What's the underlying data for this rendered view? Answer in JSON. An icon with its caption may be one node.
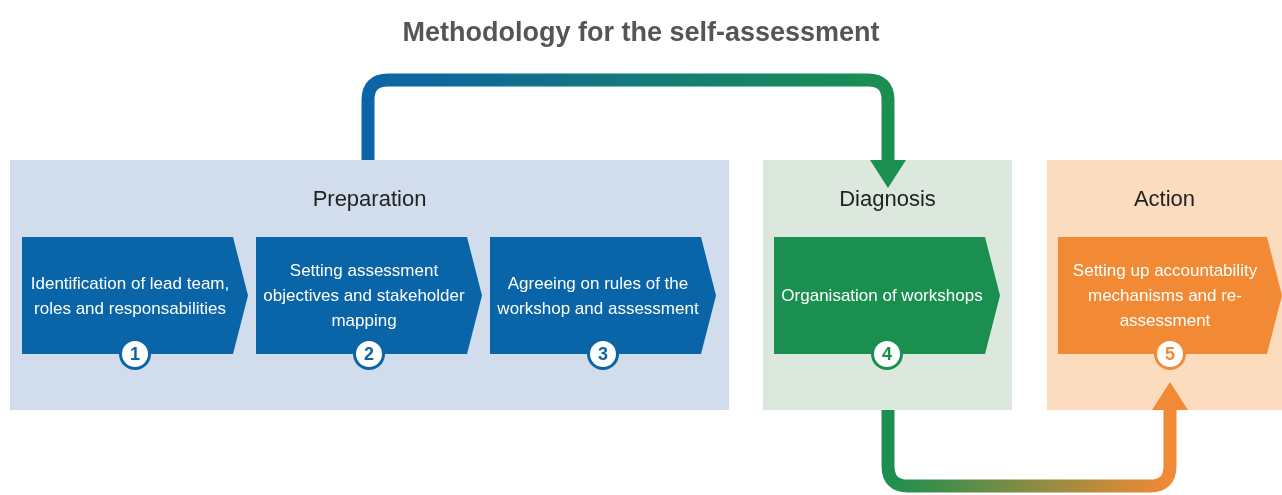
{
  "diagram": {
    "title": "Methodology for the self-assessment",
    "nodes": [
      {
        "text": [
          "Preparation"
        ]
      },
      {
        "text": [
          "Identification of lead team, roles and responsabilities",
          "1"
        ],
        "in": 0
      },
      {
        "text": [
          "Setting assessment objectives and stakeholder mapping",
          "2"
        ],
        "in": 0
      },
      {
        "text": [
          "Agreeing on rules of the workshop and assessment",
          "3"
        ],
        "in": 0
      },
      {
        "text": [
          "Diagnosis"
        ]
      },
      {
        "text": [
          "Organisation of workshops",
          "4"
        ],
        "in": 4
      },
      {
        "text": [
          "Action"
        ]
      },
      {
        "text": [
          "Setting up accountability mechanisms and re-assessment",
          "5"
        ],
        "in": 6
      }
    ],
    "edges": [
      {
        "from": 0,
        "to": 4,
        "arrow": "to"
      },
      {
        "from": 4,
        "to": 6,
        "arrow": "to"
      }
    ]
  }
}
